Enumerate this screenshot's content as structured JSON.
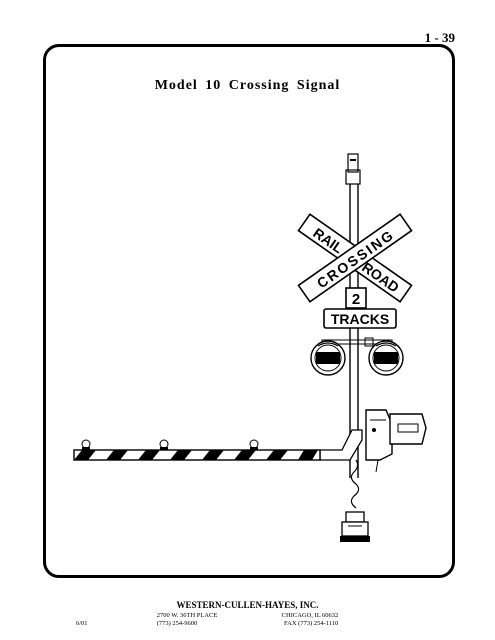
{
  "page_number": "1 - 39",
  "title": "Model 10 Crossing Signal",
  "signs": {
    "crossbuck_left": [
      "RAIL",
      "ROAD"
    ],
    "crossbuck_right": [
      "CROSSING"
    ],
    "track_count": "2",
    "tracks": "TRACKS"
  },
  "footer": {
    "company": "WESTERN-CULLEN-HAYES, INC.",
    "address": "2700 W. 36TH PLACE",
    "city": "CHICAGO, IL 60632",
    "phone": "(773) 254-9600",
    "fax": "FAX (773) 254-1110",
    "revision": "6/01"
  }
}
